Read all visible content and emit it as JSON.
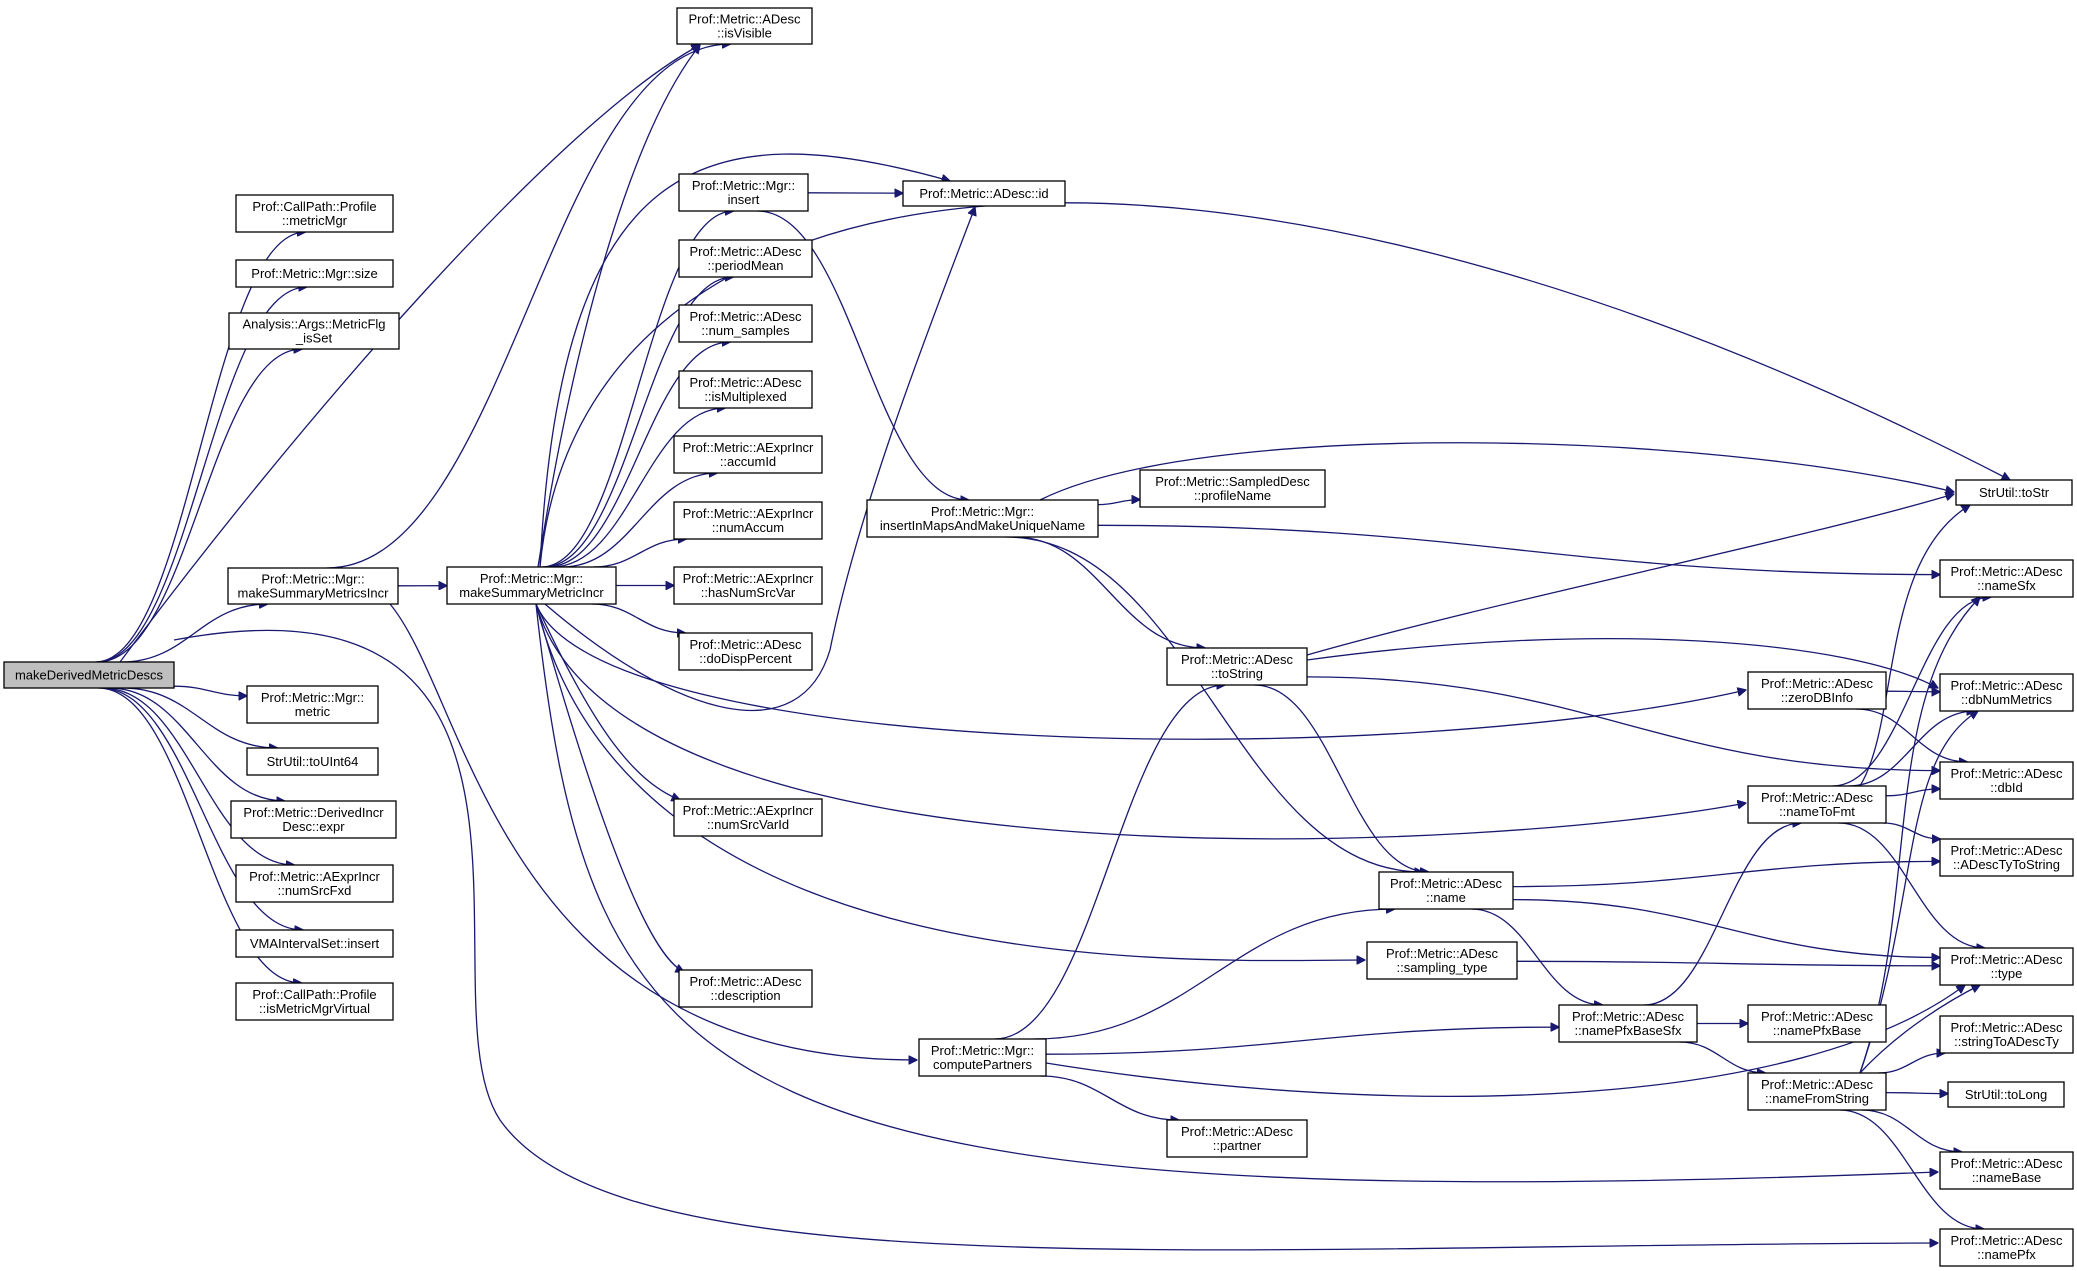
{
  "diagram": {
    "nodes": [
      {
        "id": "root",
        "lines": [
          "makeDerivedMetricDescs"
        ],
        "root": true
      },
      {
        "id": "isVisible",
        "lines": [
          "Prof::Metric::ADesc",
          "::isVisible"
        ]
      },
      {
        "id": "metricMgr",
        "lines": [
          "Prof::CallPath::Profile",
          "::metricMgr"
        ]
      },
      {
        "id": "mgrSize",
        "lines": [
          "Prof::Metric::Mgr::size"
        ]
      },
      {
        "id": "metricFlgIsSet",
        "lines": [
          "Analysis::Args::MetricFlg",
          "_isSet"
        ]
      },
      {
        "id": "makeSummaryMetricsIncr",
        "lines": [
          "Prof::Metric::Mgr::",
          "makeSummaryMetricsIncr"
        ]
      },
      {
        "id": "makeSummaryMetricIncr",
        "lines": [
          "Prof::Metric::Mgr::",
          "makeSummaryMetricIncr"
        ]
      },
      {
        "id": "mgrMetric",
        "lines": [
          "Prof::Metric::Mgr::",
          "metric"
        ]
      },
      {
        "id": "toUInt64",
        "lines": [
          "StrUtil::toUInt64"
        ]
      },
      {
        "id": "derivedExpr",
        "lines": [
          "Prof::Metric::DerivedIncr",
          "Desc::expr"
        ]
      },
      {
        "id": "numSrcFxd",
        "lines": [
          "Prof::Metric::AExprIncr",
          "::numSrcFxd"
        ]
      },
      {
        "id": "vmaInsert",
        "lines": [
          "VMAIntervalSet::insert"
        ]
      },
      {
        "id": "isMetricMgrVirtual",
        "lines": [
          "Prof::CallPath::Profile",
          "::isMetricMgrVirtual"
        ]
      },
      {
        "id": "mgrInsert",
        "lines": [
          "Prof::Metric::Mgr::",
          "insert"
        ]
      },
      {
        "id": "periodMean",
        "lines": [
          "Prof::Metric::ADesc",
          "::periodMean"
        ]
      },
      {
        "id": "numSamples",
        "lines": [
          "Prof::Metric::ADesc",
          "::num_samples"
        ]
      },
      {
        "id": "isMultiplexed",
        "lines": [
          "Prof::Metric::ADesc",
          "::isMultiplexed"
        ]
      },
      {
        "id": "accumId",
        "lines": [
          "Prof::Metric::AExprIncr",
          "::accumId"
        ]
      },
      {
        "id": "numAccum",
        "lines": [
          "Prof::Metric::AExprIncr",
          "::numAccum"
        ]
      },
      {
        "id": "hasNumSrcVar",
        "lines": [
          "Prof::Metric::AExprIncr",
          "::hasNumSrcVar"
        ]
      },
      {
        "id": "doDispPercent",
        "lines": [
          "Prof::Metric::ADesc",
          "::doDispPercent"
        ]
      },
      {
        "id": "numSrcVarId",
        "lines": [
          "Prof::Metric::AExprIncr",
          "::numSrcVarId"
        ]
      },
      {
        "id": "description",
        "lines": [
          "Prof::Metric::ADesc",
          "::description"
        ]
      },
      {
        "id": "adescId",
        "lines": [
          "Prof::Metric::ADesc::id"
        ]
      },
      {
        "id": "insertInMaps",
        "lines": [
          "Prof::Metric::Mgr::",
          "insertInMapsAndMakeUniqueName"
        ]
      },
      {
        "id": "profileName",
        "lines": [
          "Prof::Metric::SampledDesc",
          "::profileName"
        ]
      },
      {
        "id": "toStringNode",
        "lines": [
          "Prof::Metric::ADesc",
          "::toString"
        ]
      },
      {
        "id": "nameNode",
        "lines": [
          "Prof::Metric::ADesc",
          "::name"
        ]
      },
      {
        "id": "samplingType",
        "lines": [
          "Prof::Metric::ADesc",
          "::sampling_type"
        ]
      },
      {
        "id": "computePartners",
        "lines": [
          "Prof::Metric::Mgr::",
          "computePartners"
        ]
      },
      {
        "id": "partner",
        "lines": [
          "Prof::Metric::ADesc",
          "::partner"
        ]
      },
      {
        "id": "zeroDBInfo",
        "lines": [
          "Prof::Metric::ADesc",
          "::zeroDBInfo"
        ]
      },
      {
        "id": "nameToFmt",
        "lines": [
          "Prof::Metric::ADesc",
          "::nameToFmt"
        ]
      },
      {
        "id": "namePfxBaseSfx",
        "lines": [
          "Prof::Metric::ADesc",
          "::namePfxBaseSfx"
        ]
      },
      {
        "id": "namePfxBase",
        "lines": [
          "Prof::Metric::ADesc",
          "::namePfxBase"
        ]
      },
      {
        "id": "nameFromString",
        "lines": [
          "Prof::Metric::ADesc",
          "::nameFromString"
        ]
      },
      {
        "id": "strToStr",
        "lines": [
          "StrUtil::toStr"
        ]
      },
      {
        "id": "nameSfx",
        "lines": [
          "Prof::Metric::ADesc",
          "::nameSfx"
        ]
      },
      {
        "id": "dbNumMetrics",
        "lines": [
          "Prof::Metric::ADesc",
          "::dbNumMetrics"
        ]
      },
      {
        "id": "dbId",
        "lines": [
          "Prof::Metric::ADesc",
          "::dbId"
        ]
      },
      {
        "id": "aDescTyToString",
        "lines": [
          "Prof::Metric::ADesc",
          "::ADescTyToString"
        ]
      },
      {
        "id": "typeNode",
        "lines": [
          "Prof::Metric::ADesc",
          "::type"
        ]
      },
      {
        "id": "stringToADescTy",
        "lines": [
          "Prof::Metric::ADesc",
          "::stringToADescTy"
        ]
      },
      {
        "id": "toLong",
        "lines": [
          "StrUtil::toLong"
        ]
      },
      {
        "id": "nameBase",
        "lines": [
          "Prof::Metric::ADesc",
          "::nameBase"
        ]
      },
      {
        "id": "namePfx",
        "lines": [
          "Prof::Metric::ADesc",
          "::namePfx"
        ]
      }
    ],
    "edges": [
      [
        "root",
        "isVisible"
      ],
      [
        "root",
        "metricMgr"
      ],
      [
        "root",
        "mgrSize"
      ],
      [
        "root",
        "metricFlgIsSet"
      ],
      [
        "root",
        "makeSummaryMetricsIncr"
      ],
      [
        "root",
        "mgrMetric"
      ],
      [
        "root",
        "toUInt64"
      ],
      [
        "root",
        "derivedExpr"
      ],
      [
        "root",
        "numSrcFxd"
      ],
      [
        "root",
        "vmaInsert"
      ],
      [
        "root",
        "isMetricMgrVirtual"
      ],
      [
        "root",
        "namePfx"
      ],
      [
        "makeSummaryMetricsIncr",
        "isVisible"
      ],
      [
        "makeSummaryMetricsIncr",
        "makeSummaryMetricIncr"
      ],
      [
        "makeSummaryMetricsIncr",
        "computePartners"
      ],
      [
        "makeSummaryMetricIncr",
        "isVisible"
      ],
      [
        "makeSummaryMetricIncr",
        "strToStr"
      ],
      [
        "makeSummaryMetricIncr",
        "adescId"
      ],
      [
        "makeSummaryMetricIncr",
        "mgrInsert"
      ],
      [
        "makeSummaryMetricIncr",
        "periodMean"
      ],
      [
        "makeSummaryMetricIncr",
        "numSamples"
      ],
      [
        "makeSummaryMetricIncr",
        "isMultiplexed"
      ],
      [
        "makeSummaryMetricIncr",
        "accumId"
      ],
      [
        "makeSummaryMetricIncr",
        "numAccum"
      ],
      [
        "makeSummaryMetricIncr",
        "hasNumSrcVar"
      ],
      [
        "makeSummaryMetricIncr",
        "doDispPercent"
      ],
      [
        "makeSummaryMetricIncr",
        "zeroDBInfo"
      ],
      [
        "makeSummaryMetricIncr",
        "numSrcVarId"
      ],
      [
        "makeSummaryMetricIncr",
        "nameToFmt"
      ],
      [
        "makeSummaryMetricIncr",
        "samplingType"
      ],
      [
        "makeSummaryMetricIncr",
        "description"
      ],
      [
        "makeSummaryMetricIncr",
        "nameBase"
      ],
      [
        "mgrInsert",
        "adescId"
      ],
      [
        "mgrInsert",
        "insertInMaps"
      ],
      [
        "insertInMaps",
        "profileName"
      ],
      [
        "insertInMaps",
        "strToStr"
      ],
      [
        "insertInMaps",
        "nameSfx"
      ],
      [
        "insertInMaps",
        "toStringNode"
      ],
      [
        "insertInMaps",
        "nameNode"
      ],
      [
        "toStringNode",
        "strToStr"
      ],
      [
        "toStringNode",
        "dbNumMetrics"
      ],
      [
        "toStringNode",
        "dbId"
      ],
      [
        "toStringNode",
        "nameNode"
      ],
      [
        "computePartners",
        "toStringNode"
      ],
      [
        "computePartners",
        "nameNode"
      ],
      [
        "computePartners",
        "namePfxBaseSfx"
      ],
      [
        "computePartners",
        "typeNode"
      ],
      [
        "computePartners",
        "partner"
      ],
      [
        "zeroDBInfo",
        "dbNumMetrics"
      ],
      [
        "zeroDBInfo",
        "dbId"
      ],
      [
        "nameToFmt",
        "strToStr"
      ],
      [
        "nameToFmt",
        "nameSfx"
      ],
      [
        "nameToFmt",
        "dbNumMetrics"
      ],
      [
        "nameToFmt",
        "dbId"
      ],
      [
        "nameToFmt",
        "aDescTyToString"
      ],
      [
        "nameToFmt",
        "typeNode"
      ],
      [
        "nameNode",
        "aDescTyToString"
      ],
      [
        "nameNode",
        "typeNode"
      ],
      [
        "nameNode",
        "namePfxBaseSfx"
      ],
      [
        "samplingType",
        "typeNode"
      ],
      [
        "namePfxBaseSfx",
        "nameToFmt"
      ],
      [
        "namePfxBaseSfx",
        "namePfxBase"
      ],
      [
        "namePfxBaseSfx",
        "nameFromString"
      ],
      [
        "nameFromString",
        "nameSfx"
      ],
      [
        "nameFromString",
        "dbNumMetrics"
      ],
      [
        "nameFromString",
        "typeNode"
      ],
      [
        "nameFromString",
        "stringToADescTy"
      ],
      [
        "nameFromString",
        "toLong"
      ],
      [
        "nameFromString",
        "nameBase"
      ],
      [
        "nameFromString",
        "namePfx"
      ]
    ]
  }
}
